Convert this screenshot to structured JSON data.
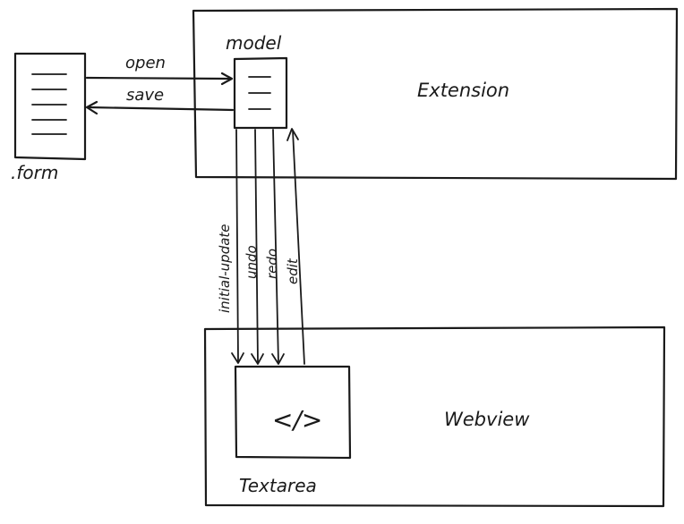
{
  "diagram": {
    "nodes": {
      "form_label": ".form",
      "model_label": "model",
      "extension_label": "Extension",
      "webview_label": "Webview",
      "textarea_label": "Textarea",
      "code_icon_text": "</>"
    },
    "arrows": {
      "open": "open",
      "save": "save",
      "initial_update": "initial-update",
      "undo": "undo",
      "redo": "redo",
      "edit": "edit"
    },
    "icons": {
      "form": "document-icon",
      "model": "document-icon",
      "textarea": "code-icon"
    }
  }
}
